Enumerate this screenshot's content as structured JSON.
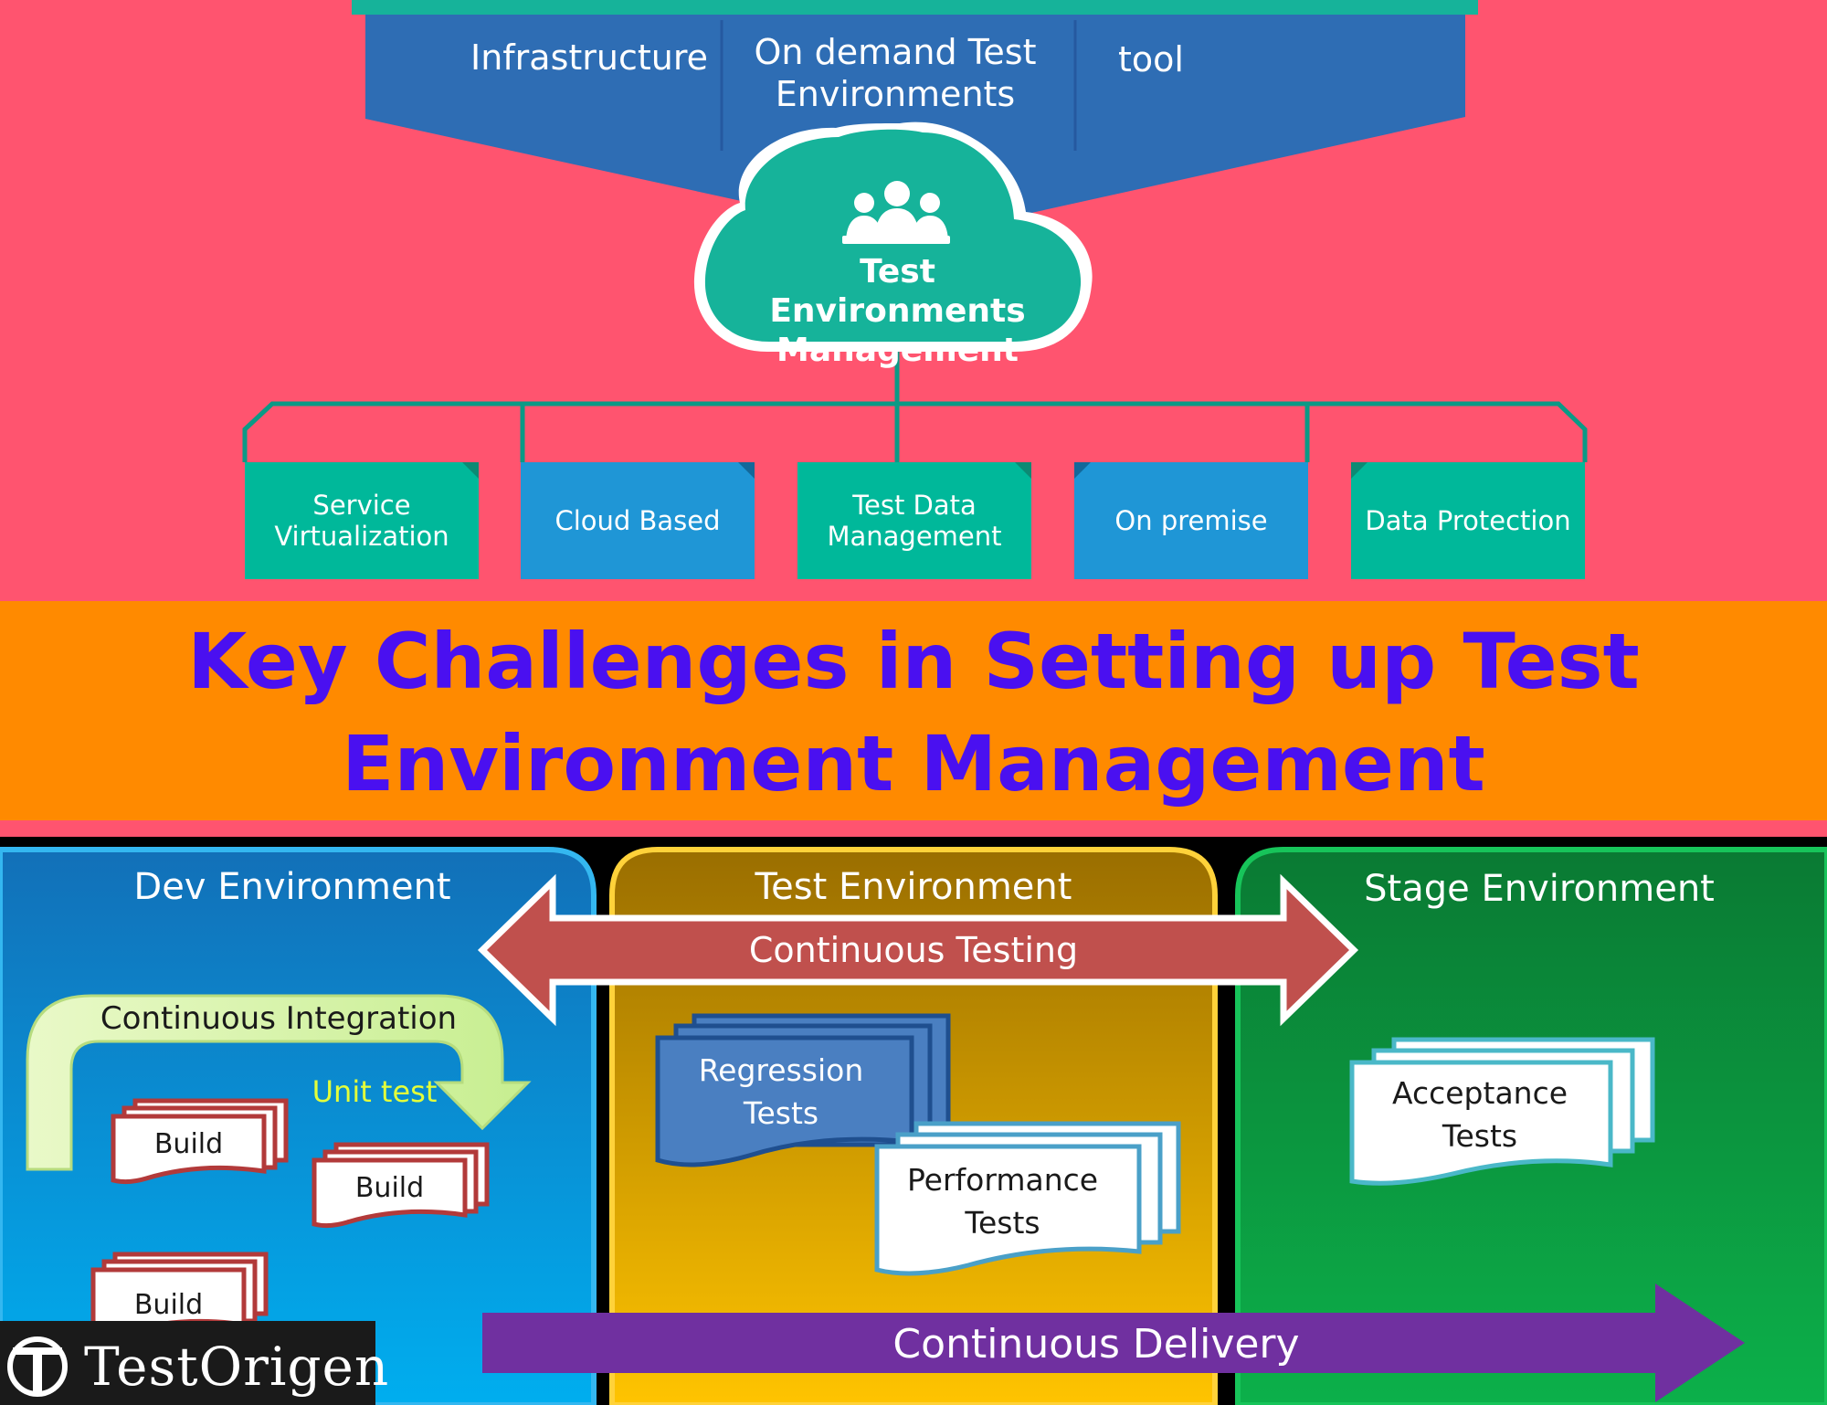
{
  "top_panel": {
    "items": [
      "Infrastructure",
      "On demand Test Environments",
      "tool"
    ]
  },
  "cloud": {
    "title": "Test Environments Management",
    "icon": "people-group-icon"
  },
  "components": [
    {
      "label": "Service Virtualization",
      "color": "#00b89a"
    },
    {
      "label": "Cloud Based",
      "color": "#1f96d6"
    },
    {
      "label": "Test Data Management",
      "color": "#00b89a"
    },
    {
      "label": "On premise",
      "color": "#1f96d6"
    },
    {
      "label": "Data Protection",
      "color": "#00b89a"
    }
  ],
  "banner": {
    "title": "Key Challenges in Setting up Test Environment Management",
    "background": "#ff8a00",
    "text_color": "#4a10f0"
  },
  "environments": {
    "dev": {
      "title": "Dev Environment",
      "ci_label": "Continuous Integration",
      "unit_test_label": "Unit test",
      "builds": [
        "Build",
        "Build",
        "Build"
      ]
    },
    "test": {
      "title": "Test Environment",
      "regression": "Regression Tests",
      "performance": "Performance Tests"
    },
    "stage": {
      "title": "Stage Environment",
      "acceptance": "Acceptance Tests"
    }
  },
  "arrows": {
    "testing": "Continuous Testing",
    "delivery": "Continuous Delivery"
  },
  "brand": {
    "name": "TestOrigen",
    "logo_icon": "testorigen-t-logo-icon"
  }
}
